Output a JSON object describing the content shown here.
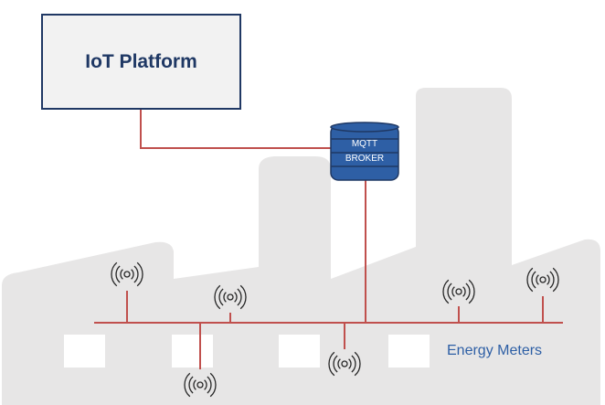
{
  "platform": {
    "title": "IoT Platform"
  },
  "broker": {
    "line1": "MQTT",
    "line2": "BROKER"
  },
  "meters": {
    "label": "Energy Meters"
  },
  "colors": {
    "factory": "#e7e6e6",
    "windows": "#ffffff",
    "wire": "#c0504d",
    "broker_fill": "#2e5fa5",
    "broker_stroke": "#1f3864",
    "platform_border": "#203864",
    "platform_fill": "#f2f2f2",
    "signal": "#262626"
  },
  "icons": {
    "sensor": "wireless-sensor-icon",
    "broker": "database-stack-icon"
  }
}
